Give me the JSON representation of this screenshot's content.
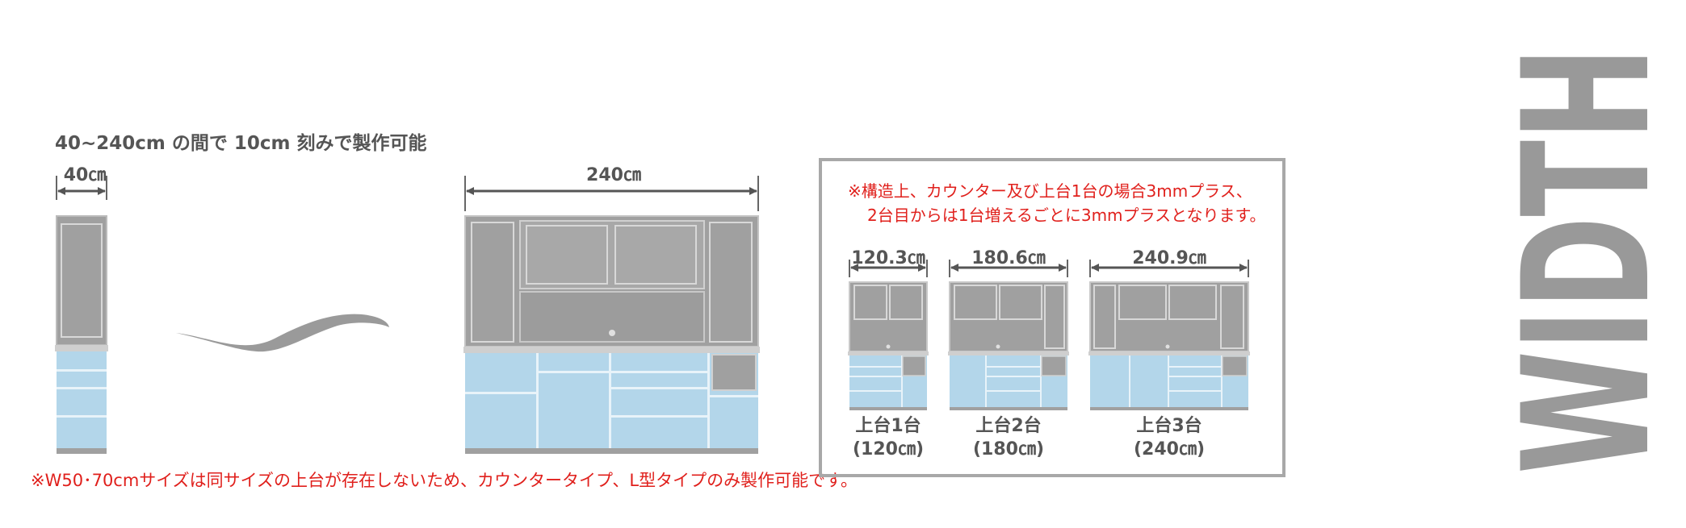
{
  "heading": "40~240cm の間で 10cm 刻みで製作可能",
  "dims": {
    "narrow": "40㎝",
    "wide": "240㎝"
  },
  "bottom_note": "※W50･70cmサイズは同サイズの上台が存在しないため、カウンタータイプ、L型タイプのみ製作可能です。",
  "panel": {
    "note_line1": "※構造上、カウンター及び上台1台の場合3mmプラス、",
    "note_line2": "2台目からは1台増えるごとに3mmプラスとなります。",
    "items": [
      {
        "width": "120.3㎝",
        "label": "上台1台",
        "sub": "(120㎝)"
      },
      {
        "width": "180.6㎝",
        "label": "上台2台",
        "sub": "(180㎝)"
      },
      {
        "width": "240.9㎝",
        "label": "上台3台",
        "sub": "(240㎝)"
      }
    ]
  },
  "side_word": "WIDTH",
  "colors": {
    "gray": "#999999",
    "blue": "#b3d6ea",
    "red": "#e0201c",
    "text": "#555555"
  }
}
